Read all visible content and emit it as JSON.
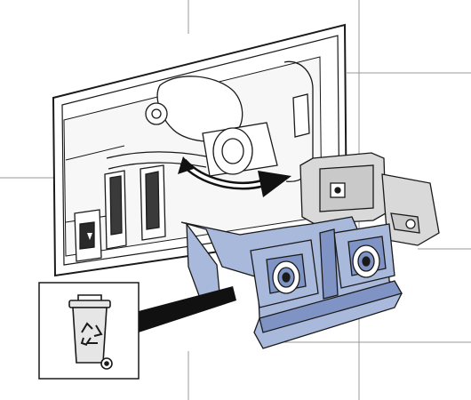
{
  "figure": {
    "subject": "installation-illustration",
    "parts": [
      {
        "name": "tile-wall-grid"
      },
      {
        "name": "flush-cistern-opening"
      },
      {
        "name": "cistern-interior-fittings"
      },
      {
        "name": "rotation-arrow"
      },
      {
        "name": "removed-valve-unit"
      },
      {
        "name": "blue-mounting-bracket"
      },
      {
        "name": "recycling-bin-callout"
      }
    ]
  },
  "callout": {
    "icon": "recycling-bin-icon",
    "meaning": "dispose-of-part"
  },
  "colors": {
    "line": "#1a1a1a",
    "highlight_blue": "#a9b9dc",
    "highlight_blue_dark": "#7f93c4",
    "grey_part": "#d9d9d9",
    "arrow": "#111111",
    "bin_fill": "#e6e6e6"
  }
}
